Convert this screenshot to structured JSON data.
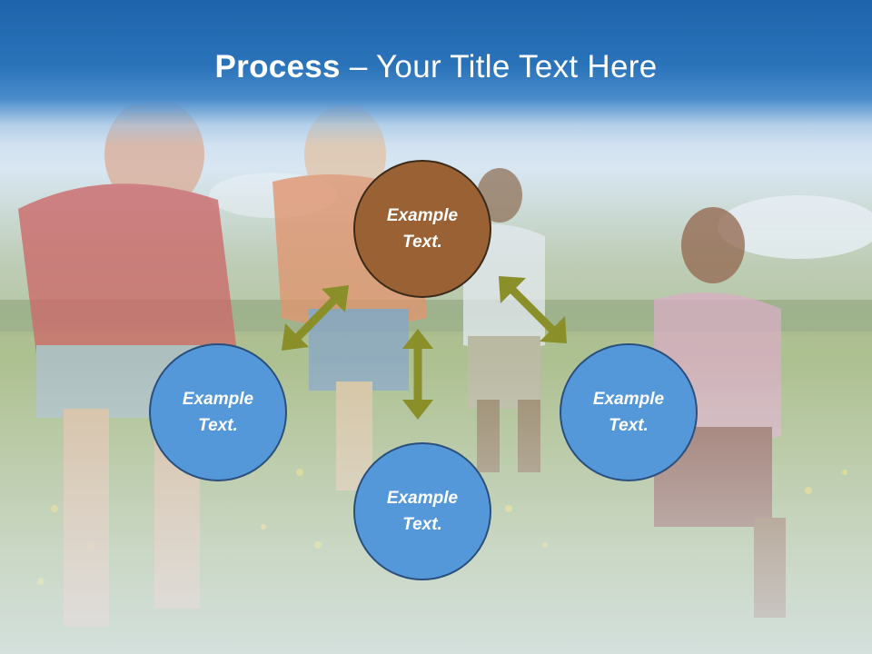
{
  "slide": {
    "title_bold": "Process",
    "title_rest": " – Your Title Text Here",
    "colors": {
      "header_blue": "#1e64ac",
      "node_blue": "#5598d9",
      "node_brown": "#9a6234",
      "arrow_olive": "#8a8f2a",
      "node_border": "#2a4f7d"
    }
  },
  "nodes": {
    "top": "Example Text.",
    "left": "Example Text.",
    "right": "Example Text.",
    "bottom": "Example Text."
  },
  "background": {
    "image": "photo-children-running-icon"
  }
}
